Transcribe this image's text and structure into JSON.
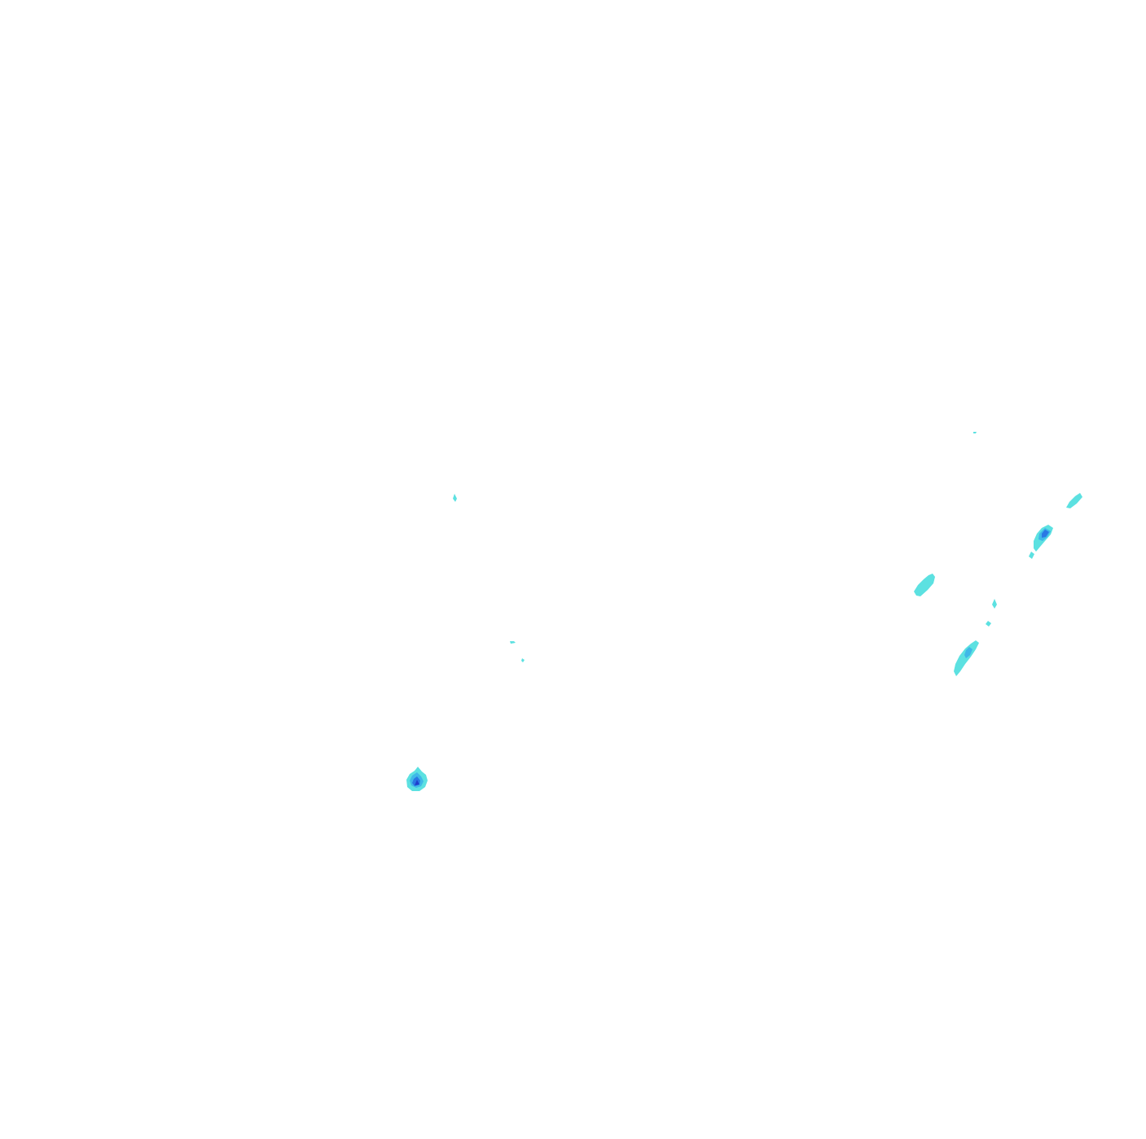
{
  "map": {
    "background_color": "#ffffff",
    "contour_levels": [
      {
        "level": 1,
        "color": "#5ce1e1"
      },
      {
        "level": 2,
        "color": "#3fb8e8"
      },
      {
        "level": 3,
        "color": "#2a78e4"
      },
      {
        "level": 4,
        "color": "#1f3fcc"
      }
    ],
    "features": [
      {
        "id": "west-cell",
        "max_level": 4
      },
      {
        "id": "northeast-cell",
        "max_level": 3
      },
      {
        "id": "east-band-north",
        "max_level": 1
      },
      {
        "id": "east-band-middle",
        "max_level": 1
      },
      {
        "id": "southeast-cell",
        "max_level": 2
      },
      {
        "id": "speck-1",
        "max_level": 1
      },
      {
        "id": "speck-2",
        "max_level": 1
      },
      {
        "id": "speck-3",
        "max_level": 1
      },
      {
        "id": "speck-4",
        "max_level": 1
      },
      {
        "id": "speck-5",
        "max_level": 1
      },
      {
        "id": "speck-6",
        "max_level": 1
      },
      {
        "id": "speck-7",
        "max_level": 1
      }
    ]
  }
}
